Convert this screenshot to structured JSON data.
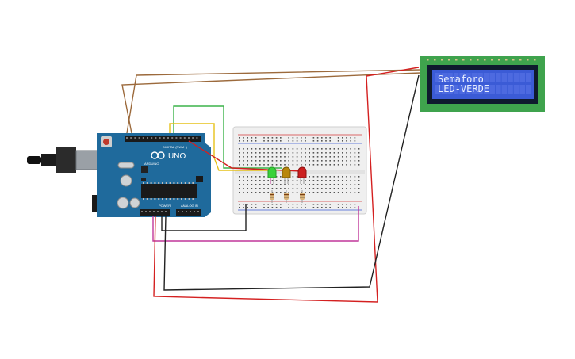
{
  "lcd": {
    "line1": "Semaforo",
    "line2": "LED-VERDE"
  },
  "arduino": {
    "model": "UNO",
    "brand": "ARDUINO",
    "labels": {
      "digital": "DIGITAL (PWM~)",
      "power": "POWER",
      "analog": "ANALOG IN"
    }
  },
  "leds": [
    {
      "name": "green-led",
      "color": "#39d23a"
    },
    {
      "name": "yellow-led",
      "color": "#b8860b"
    },
    {
      "name": "red-led",
      "color": "#cc1f1f"
    }
  ],
  "colors": {
    "board": "#1f6a9c",
    "breadboard": "#efefef",
    "lcd_frame": "#3fa34d",
    "lcd_screen": "#3b5bd6",
    "wire_brown": "#9c6a3c",
    "wire_green": "#3cb34a",
    "wire_yellow": "#e6c21a",
    "wire_red": "#d42020",
    "wire_black": "#222222",
    "wire_magenta": "#c0379a"
  }
}
